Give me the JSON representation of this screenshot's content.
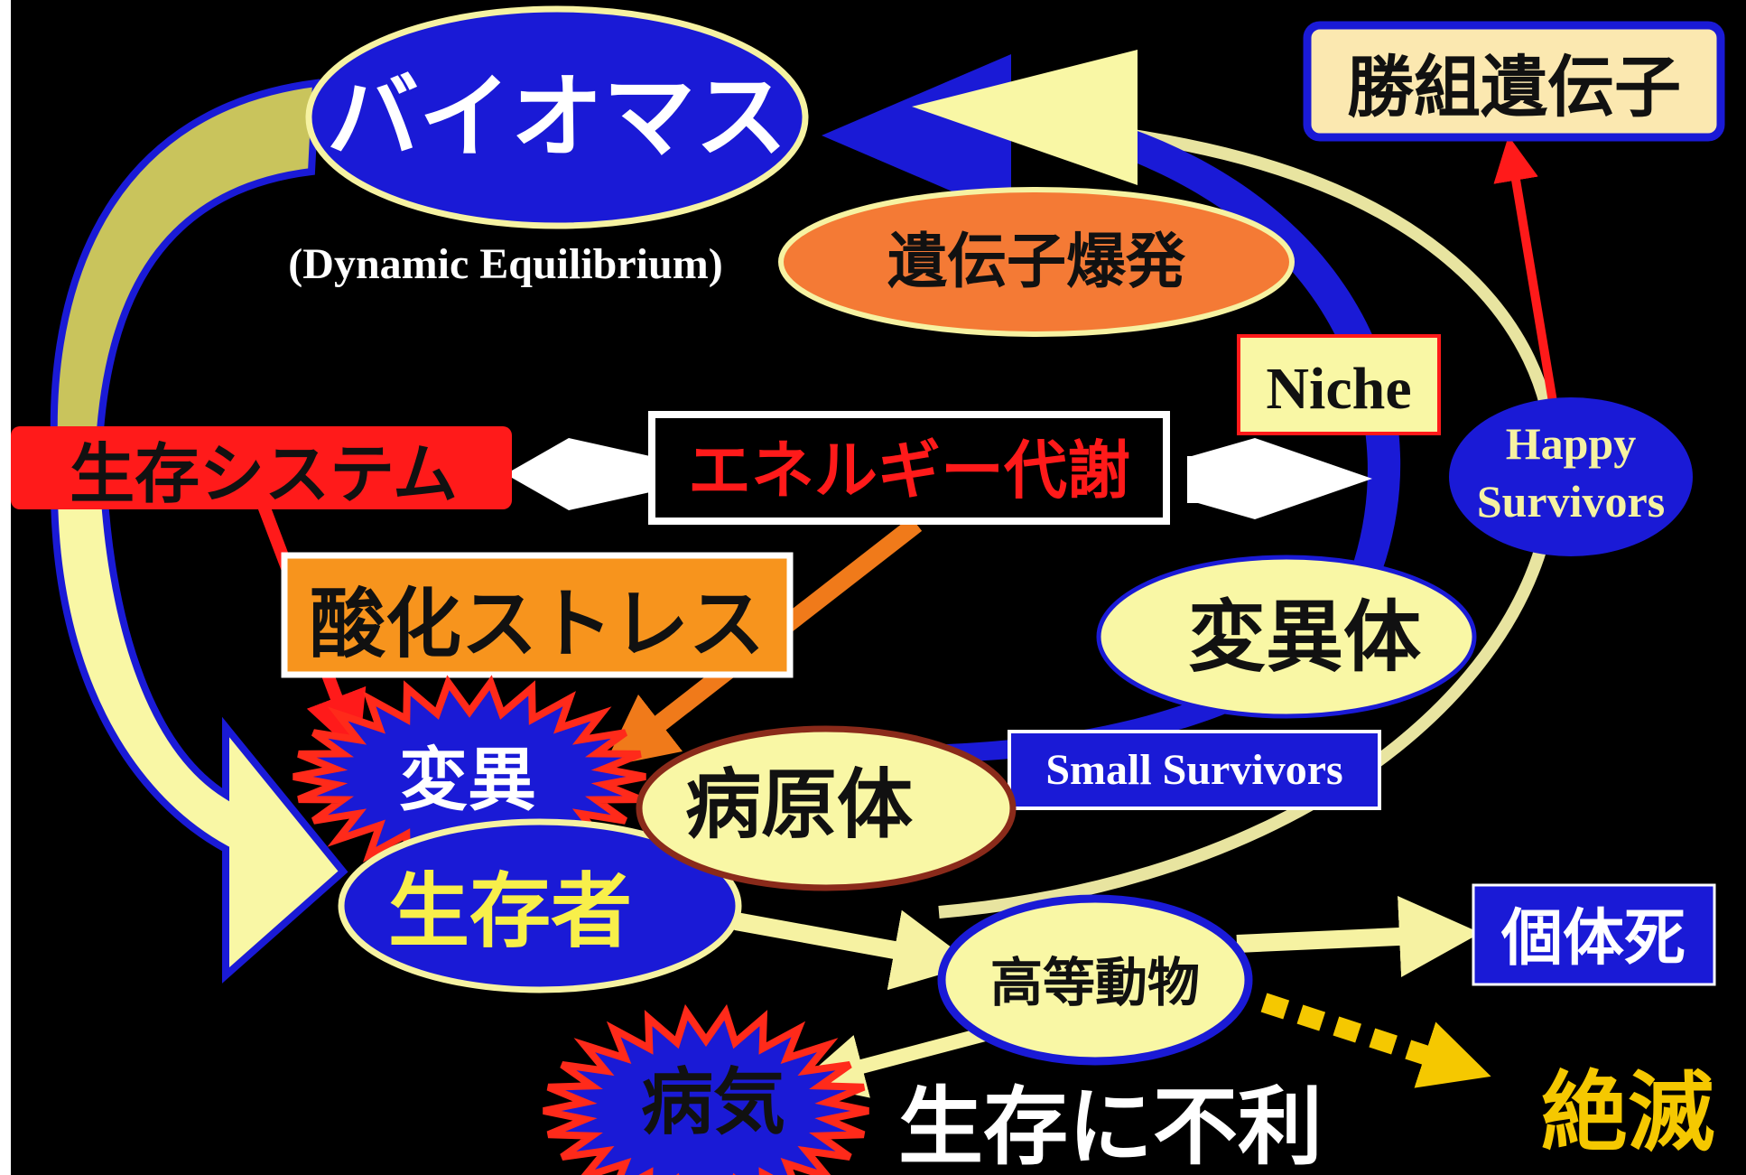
{
  "nodes": {
    "biomass": "バイオマス",
    "dynamic_equilibrium": "(Dynamic Equilibrium)",
    "gene_explosion": "遺伝子爆発",
    "winner_genes": "勝組遺伝子",
    "niche": "Niche",
    "happy_survivors_line1": "Happy",
    "happy_survivors_line2": "Survivors",
    "survival_system": "生存システム",
    "energy_metabolism": "エネルギー代謝",
    "oxidative_stress": "酸化ストレス",
    "mutant": "変異体",
    "mutation": "変異",
    "pathogen": "病原体",
    "small_survivors": "Small Survivors",
    "survivor": "生存者",
    "higher_animals": "高等動物",
    "individual_death": "個体死",
    "disease": "病気",
    "survival_disadvantage": "生存に不利",
    "extinction": "絶滅"
  },
  "colors": {
    "background": "#000000",
    "frame": "#ffffff",
    "ellipse_blue": "#1a1ad6",
    "pale_yellow": "#f6f2a2",
    "olive": "#c9c45c",
    "orange_ellipse": "#f47a35",
    "red": "#ff1a1a",
    "orange_box": "#f7941d",
    "cream": "#fbe8b0",
    "yellow_text": "#f8ef4a",
    "gold": "#f5c800"
  }
}
